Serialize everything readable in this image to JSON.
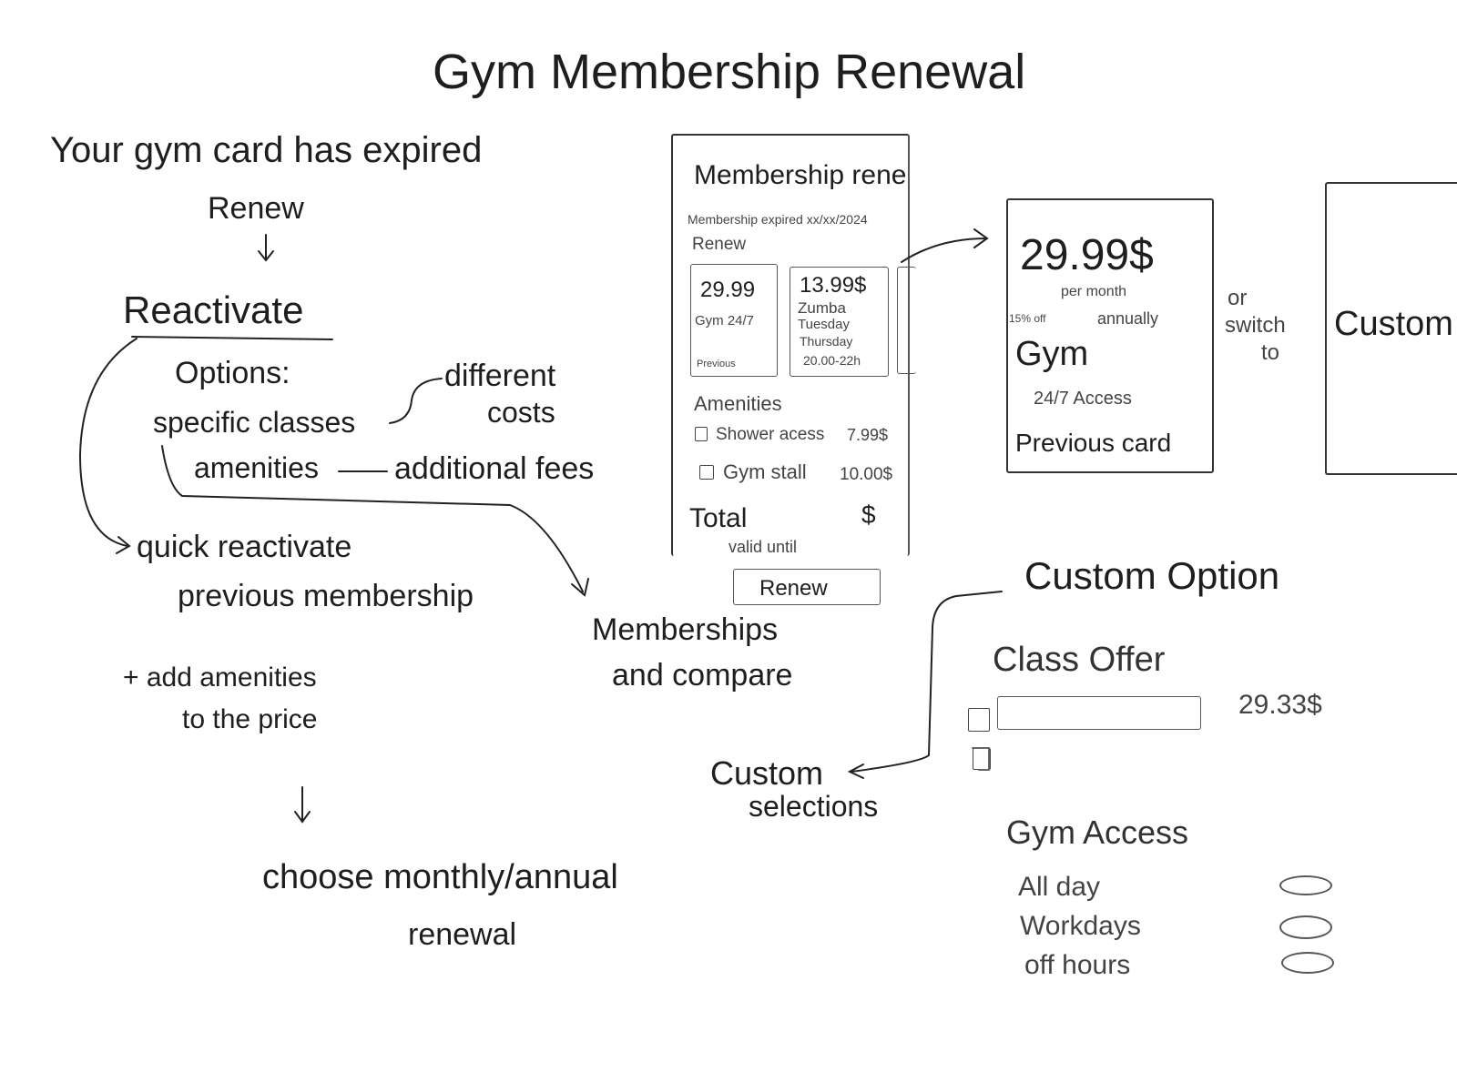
{
  "title": "Gym Membership Renewal",
  "flow": {
    "expired": "Your gym card has expired",
    "renew": "Renew",
    "reactivate": "Reactivate",
    "options": "Options:",
    "specific_classes": "specific classes",
    "different": "different",
    "costs": "costs",
    "amenities": "amenities",
    "additional_fees": "additional fees",
    "quick_reactivate": "quick reactivate",
    "previous_membership": "previous membership",
    "add_amenities": "+ add amenities",
    "to_the_price": "to the price",
    "choose": "choose monthly/annual",
    "renewal": "renewal",
    "memberships": "Memberships",
    "and_compare": "and compare",
    "custom": "Custom",
    "selections": "selections"
  },
  "mockup": {
    "title": "Membership renew",
    "expired": "Membership expired  xx/xx/2024",
    "renew_label": "Renew",
    "cards": [
      {
        "price": "29.99",
        "name": "Gym 24/7",
        "tag": "Previous"
      },
      {
        "price": "13.99$",
        "name": "Zumba",
        "days": [
          "Tuesday",
          "Thursday"
        ],
        "time": "20.00-22h"
      }
    ],
    "amenities_title": "Amenities",
    "amenities": [
      {
        "label": "Shower acess",
        "price": "7.99$",
        "checked": false
      },
      {
        "label": "Gym stall",
        "price": "10.00$",
        "checked": false
      }
    ],
    "total_label": "Total",
    "total_value": "$",
    "valid_until": "valid until",
    "renew_button": "Renew"
  },
  "detail_card": {
    "price": "29.99$",
    "per_month": "per month",
    "discount": "15% off",
    "annually": "annually",
    "name": "Gym",
    "access": "24/7 Access",
    "tag": "Previous card"
  },
  "switch": {
    "or": "or",
    "switch": "switch",
    "to": "to",
    "custom_card": "Custom"
  },
  "custom_option": {
    "title": "Custom Option",
    "class_offer": "Class Offer",
    "class_price": "29.33$",
    "gym_access": "Gym Access",
    "access_options": [
      "All day",
      "Workdays",
      "off hours"
    ]
  }
}
